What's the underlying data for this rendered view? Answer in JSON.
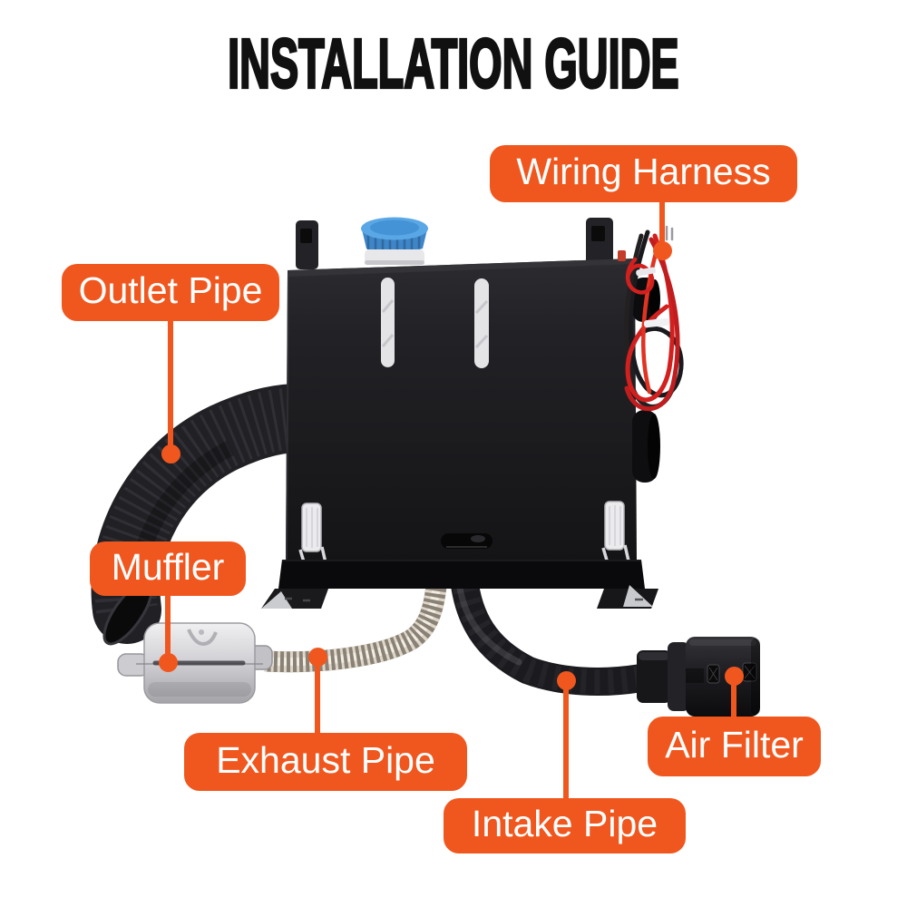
{
  "title": "INSTALLATION GUIDE",
  "theme": {
    "accent_orange": "#F0571E",
    "label_text_color": "#FFFFFF",
    "title_color": "#111111",
    "background": "#FFFFFF"
  },
  "labels": [
    {
      "id": "wiring-harness",
      "text": "Wiring Harness"
    },
    {
      "id": "outlet-pipe",
      "text": "Outlet Pipe"
    },
    {
      "id": "muffler",
      "text": "Muffler"
    },
    {
      "id": "exhaust-pipe",
      "text": "Exhaust Pipe"
    },
    {
      "id": "intake-pipe",
      "text": "Intake Pipe"
    },
    {
      "id": "air-filter",
      "text": "Air Filter"
    }
  ],
  "illustration_parts": [
    "diesel-heater-unit",
    "fuel-tank-cap",
    "fuel-level-windows",
    "mounting-brackets",
    "outlet-duct-hose",
    "wiring-harness-bundle",
    "muffler",
    "exhaust-pipe",
    "intake-pipe",
    "air-filter"
  ]
}
